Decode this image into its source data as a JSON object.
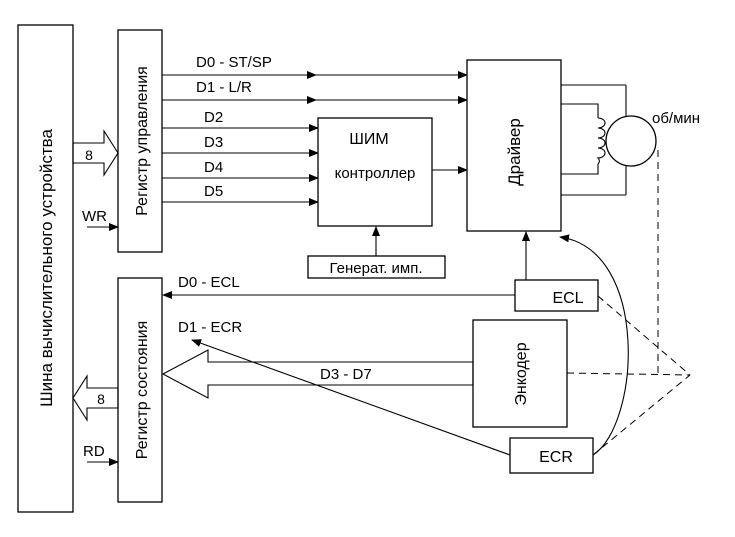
{
  "blocks": {
    "bus": "Шина вычислительного устройства",
    "control_register": "Регистр управления",
    "status_register": "Регистр состояния",
    "pwm_title": "ШИМ",
    "pwm_sub": "контроллер",
    "generator": "Генерат. имп.",
    "driver": "Драйвер",
    "encoder": "Энкодер",
    "ecl": "ECL",
    "ecr": "ECR",
    "rpm": "об/мин"
  },
  "signals": {
    "d0": "D0 - ST/SP",
    "d1": "D1 - L/R",
    "d2": "D2",
    "d3": "D3",
    "d4": "D4",
    "d5": "D5",
    "wr": "WR",
    "rd": "RD",
    "width_in": "8",
    "width_out": "8",
    "ecl_line": "D0 - ECL",
    "ecr_line": "D1 - ECR",
    "enc_line": "D3 - D7"
  },
  "colors": {
    "line": "#000000",
    "background": "#ffffff"
  }
}
